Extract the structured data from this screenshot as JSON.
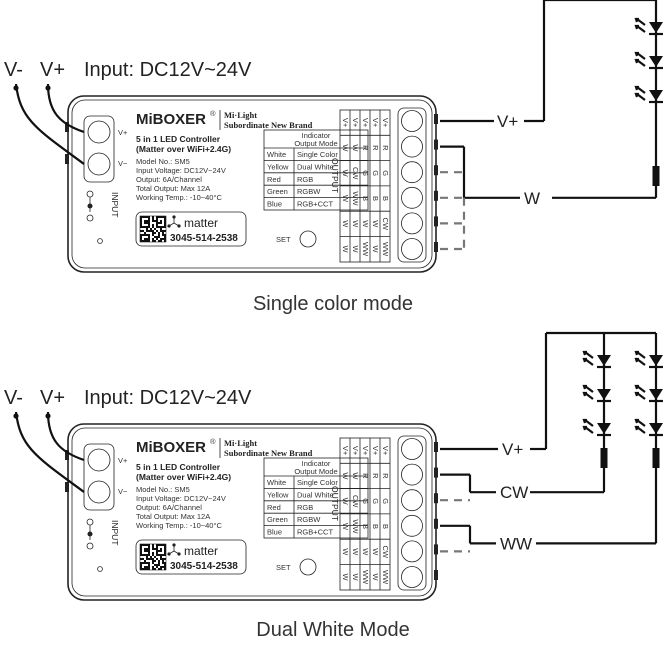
{
  "panels": [
    {
      "neg_label": "V-",
      "pos_label": "V+",
      "input_label": "Input: DC12V~24V",
      "caption": "Single color mode",
      "wire_labels": [
        "V+",
        "W"
      ]
    },
    {
      "neg_label": "V-",
      "pos_label": "V+",
      "input_label": "Input: DC12V~24V",
      "caption": "Dual White Mode",
      "wire_labels": [
        "V+",
        "CW",
        "WW"
      ]
    }
  ],
  "device": {
    "brand": "MiBOXER",
    "brand_mark": "®",
    "sub_brand_1": "Mi·Light",
    "sub_brand_2": "Subordinate New Brand",
    "product_line1": "5 in 1 LED Controller",
    "product_line2": "(Matter over WiFi+2.4G)",
    "model": "Model No.: SM5",
    "input_voltage": "Input Voltage: DC12V~24V",
    "output": "Output: 6A/Channel",
    "total_output": "Total Output: Max 12A",
    "working_temp": "Working Temp.: -10~40°C",
    "input_vplus": "V+",
    "input_vminus": "V−",
    "input_side_label": "INPUT",
    "output_side_label": "OUTPUT",
    "matter_label": "matter",
    "pairing_code": "3045-514-2538",
    "set_label": "SET",
    "indicator_header_1": "Indicator",
    "indicator_header_2": "Output Mode",
    "indicator_rows": [
      [
        "White",
        "Single Color"
      ],
      [
        "Yellow",
        "Dual White"
      ],
      [
        "Red",
        "RGB"
      ],
      [
        "Green",
        "RGBW"
      ],
      [
        "Blue",
        "RGB+CCT"
      ]
    ],
    "output_columns": [
      [
        "V+",
        "W",
        "W",
        "W",
        "W",
        "W"
      ],
      [
        "V+",
        "W",
        "CW",
        "WW",
        "W",
        "W"
      ],
      [
        "V+",
        "R",
        "G",
        "B",
        "W",
        "WW"
      ],
      [
        "V+",
        "R",
        "G",
        "B",
        "W",
        "W"
      ],
      [
        "V+",
        "R",
        "G",
        "B",
        "CW",
        "WW"
      ]
    ]
  },
  "colors": {
    "line": "#111111",
    "dashed": "#777777",
    "frame": "#222222",
    "background": "#ffffff"
  }
}
